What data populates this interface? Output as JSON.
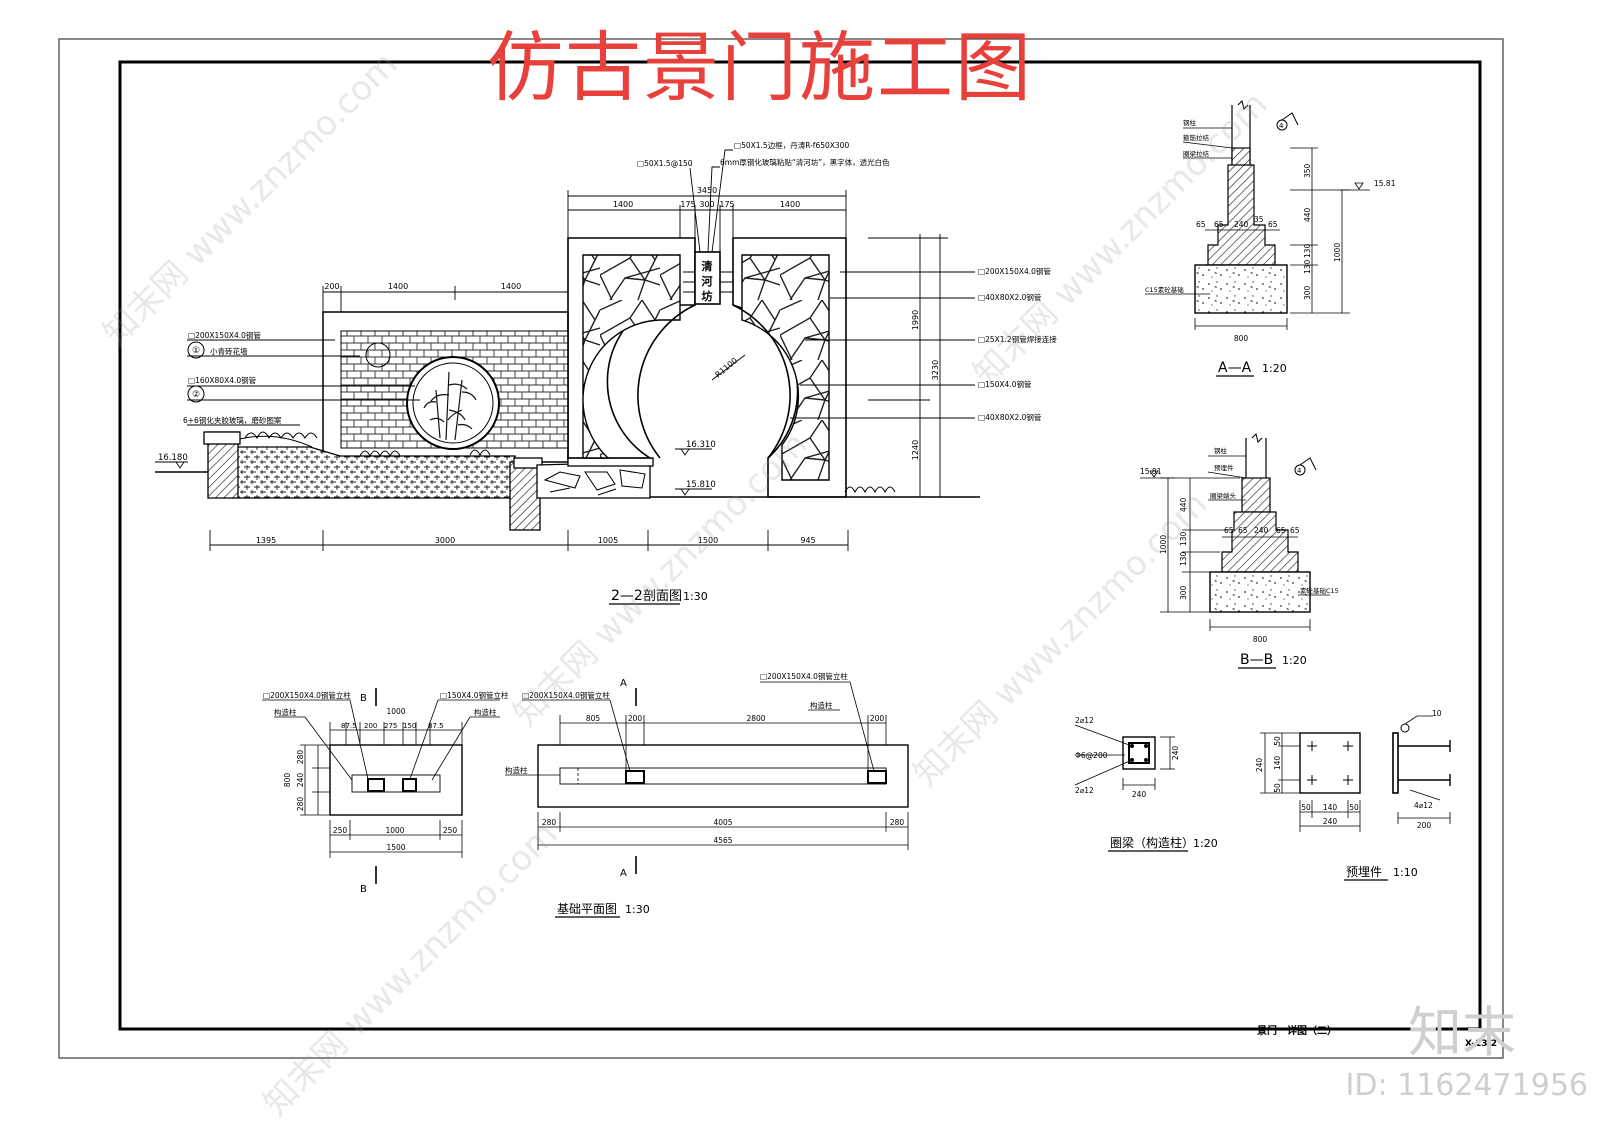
{
  "banner_title": "仿古景门施工图",
  "watermark": {
    "url": "www.znzmo.com",
    "brand": "知末网"
  },
  "brand_mark": "知末",
  "image_id": "ID: 1162471956",
  "section22": {
    "title": "2—2",
    "title_suffix": "剖面图",
    "scale": "1:30",
    "callout_top_right_1": "□50X1.5边框，丹涛R-f650X300",
    "callout_top_right_2": "6mm厚钢化玻璃粘贴“清河坊”，黑字体，透光白色",
    "callout_top_left": "□50X1.5@150",
    "sign_text": [
      "清",
      "河",
      "坊"
    ],
    "right_callouts": [
      "□200X150X4.0钢管",
      "□40X80X2.0钢管",
      "□25X1.2钢管焊接连接",
      "□150X4.0钢管",
      "□40X80X2.0钢管"
    ],
    "left_callouts": [
      "□200X150X4.0钢管",
      "小青砖花墙",
      "□160X80X4.0钢管",
      "6+6钢化夹胶玻璃，磨砂图案"
    ],
    "left_marks": [
      "①",
      "②"
    ],
    "radius_label": "R1100",
    "elev_mid": "16.310",
    "elev_ground_right": "15.810",
    "elev_left": "16.180",
    "top_dims": [
      "3450",
      "1400",
      "175",
      "300",
      "175",
      "1400"
    ],
    "wall_dims": [
      "200",
      "1400",
      "1400"
    ],
    "right_dims": [
      "1990",
      "3230",
      "1240"
    ],
    "bottom_dims": [
      "1395",
      "3000",
      "1005",
      "1500",
      "945"
    ]
  },
  "sectionAA": {
    "title": "A—A",
    "scale": "1:20",
    "labels": [
      "钢柱",
      "箍筋拉结",
      "圈梁拉结"
    ],
    "concrete_label": "C15素砼基础",
    "elev": "15.81",
    "mark": "4",
    "dims_right": [
      "350",
      "440",
      "1000",
      "130",
      "130",
      "300"
    ],
    "dims_step": [
      "65",
      "65",
      "240",
      "35",
      "65"
    ],
    "width": "800"
  },
  "sectionBB": {
    "title": "B—B",
    "scale": "1:20",
    "labels": [
      "钢柱",
      "预埋件",
      "圈梁端头"
    ],
    "concrete_label": "素砼基础C15",
    "elev": "15.81",
    "mark": "4",
    "dims_left": [
      "440",
      "1000",
      "130",
      "130",
      "300"
    ],
    "dims_step": [
      "65",
      "65",
      "240",
      "65",
      "65"
    ],
    "width": "800"
  },
  "foundation": {
    "title": "基础平面图",
    "scale": "1:30",
    "left_plan": {
      "cut_top": "B",
      "cut_bottom": "B",
      "label_a": "□200X150X4.0钢管立柱",
      "label_b": "□150X4.0钢管立柱",
      "label_c": "构造柱",
      "label_d": "构造柱",
      "top_dim": "1000",
      "top_dims": [
        "87.5",
        "200",
        "275",
        "150",
        "87.5"
      ],
      "side_dims": [
        "800",
        "280",
        "240",
        "280"
      ],
      "bottom_dims": [
        "250",
        "1000",
        "250"
      ],
      "overall": "1500"
    },
    "right_plan": {
      "cut_top": "A",
      "cut_bottom": "A",
      "label_a": "□200X150X4.0钢管立柱",
      "label_b": "□200X150X4.0钢管立柱",
      "label_c": "构造柱",
      "label_d": "构造柱",
      "top_dims": [
        "805",
        "200",
        "2800",
        "200"
      ],
      "bottom_dims": [
        "280",
        "4005",
        "280"
      ],
      "overall": "4565"
    }
  },
  "ringbeam": {
    "title": "圈梁（构造柱）",
    "scale": "1:20",
    "labels": [
      "2⌀12",
      "Φ6@200",
      "2⌀12"
    ],
    "dims": [
      "240",
      "240"
    ]
  },
  "embed": {
    "title": "预埋件",
    "scale": "1:10",
    "dims_side": [
      "240",
      "50",
      "140",
      "50"
    ],
    "dims_bottom": [
      "50",
      "140",
      "50"
    ],
    "overall": "240",
    "side_label": "10",
    "bar_label": "4⌀12",
    "bar_len": "200"
  },
  "sheet_title": "景门一详图（二）",
  "sheet_no": "X-13/2"
}
